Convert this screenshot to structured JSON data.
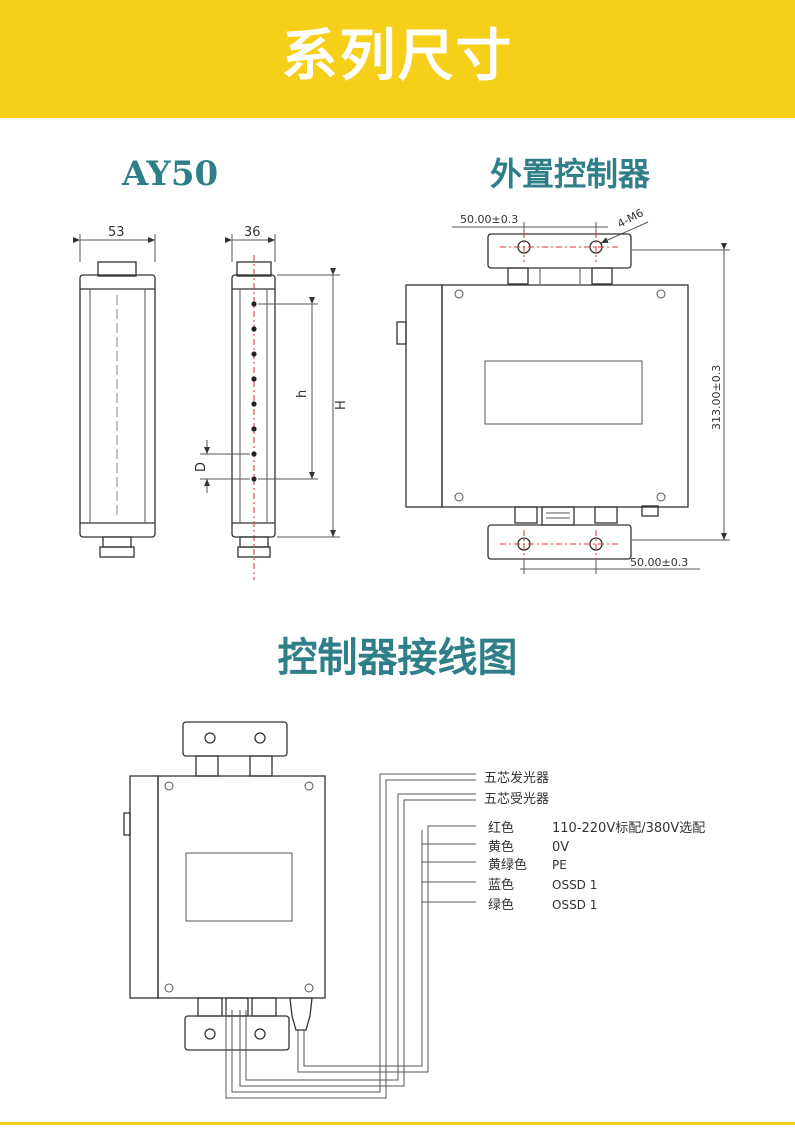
{
  "header": {
    "title": "系列尺寸"
  },
  "sections": {
    "model": "AY50",
    "controller": "外置控制器",
    "wiring": "控制器接线图"
  },
  "dimensions": {
    "width_front": "53",
    "width_side": "36",
    "label_h": "h",
    "label_H": "H",
    "label_D": "D",
    "hole_spacing_top": "50.00±0.3",
    "hole_spacing_bottom": "50.00±0.3",
    "mount_screw": "4-M6",
    "height": "313.00±0.3"
  },
  "wiring": {
    "emitter": "五芯发光器",
    "receiver": "五芯受光器",
    "wires": [
      {
        "color": "红色",
        "function": "110-220V标配/380V选配"
      },
      {
        "color": "黄色",
        "function": "0V"
      },
      {
        "color": "黄绿色",
        "function": "PE"
      },
      {
        "color": "蓝色",
        "function": "OSSD 1"
      },
      {
        "color": "绿色",
        "function": "OSSD 1"
      }
    ]
  },
  "colors": {
    "header": "#f6cf18",
    "title": "#2f7f8a",
    "centerline": "#d33333"
  }
}
